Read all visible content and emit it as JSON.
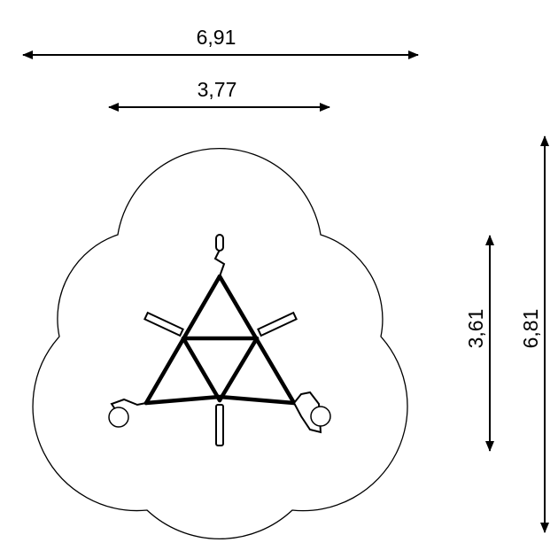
{
  "dimensions": {
    "overall_width": "6,91",
    "equipment_width": "3,77",
    "equipment_depth": "3,61",
    "overall_depth": "6,81"
  },
  "colors": {
    "line": "#000000",
    "background": "#ffffff"
  }
}
